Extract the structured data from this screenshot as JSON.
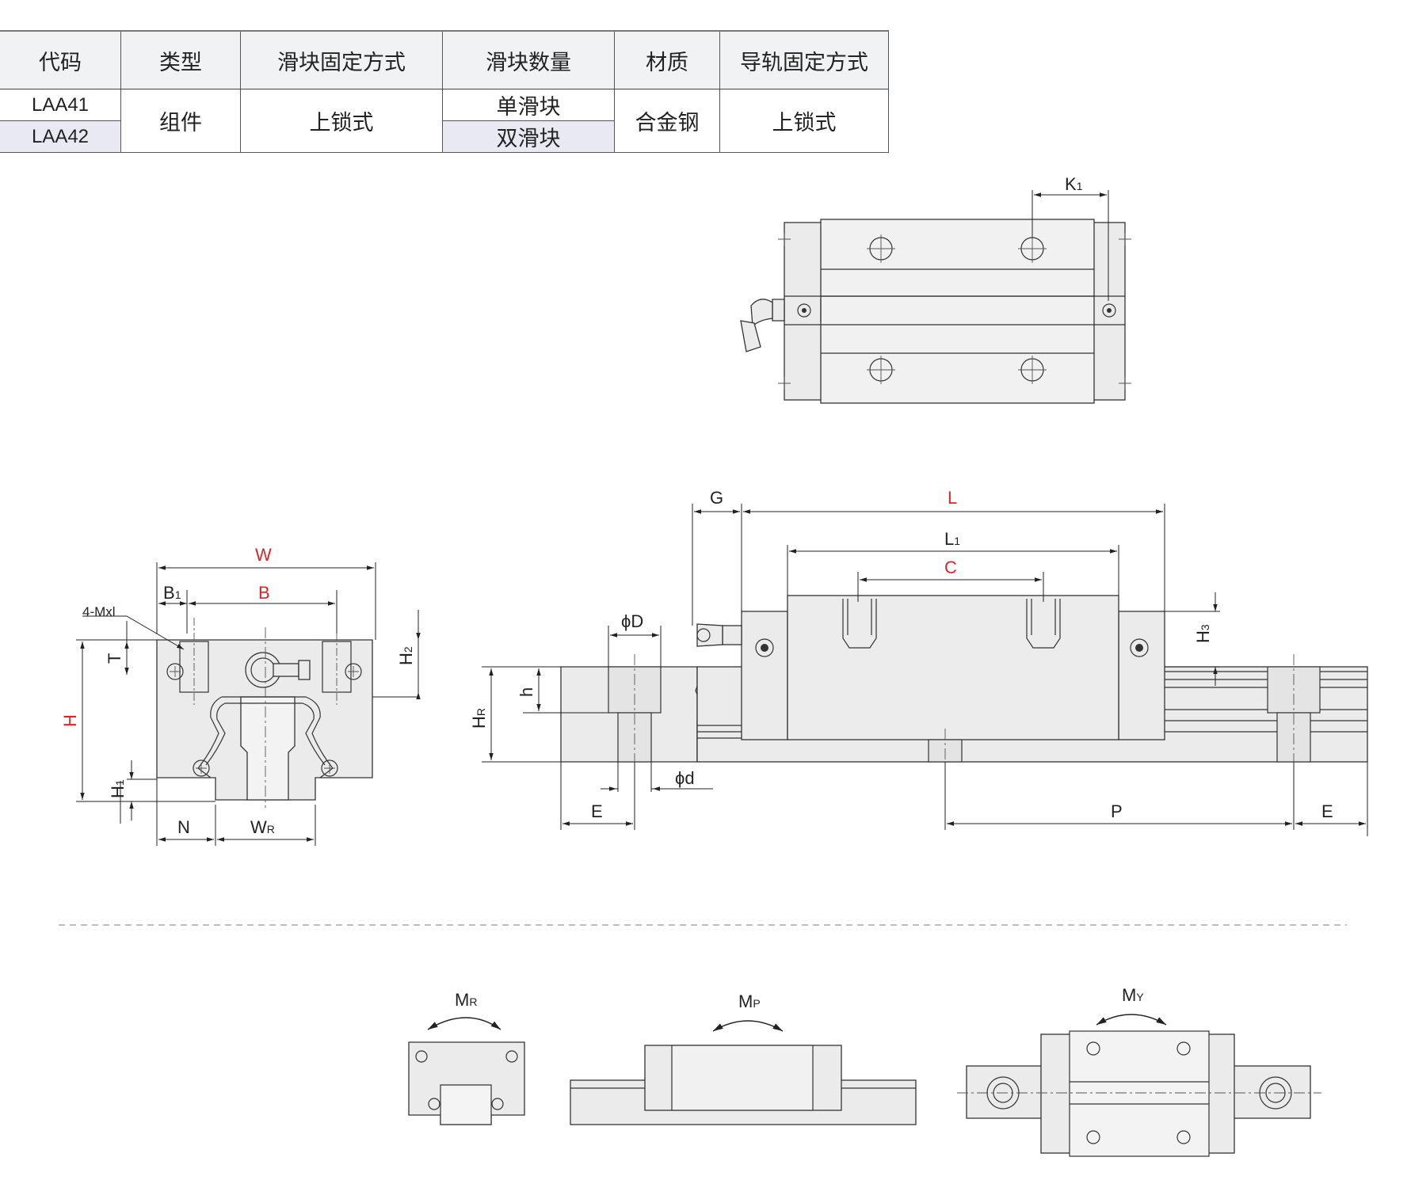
{
  "table": {
    "headers": [
      "代码",
      "类型",
      "滑块固定方式",
      "滑块数量",
      "材质",
      "导轨固定方式"
    ],
    "codes": [
      "LAA41",
      "LAA42"
    ],
    "type": "组件",
    "block_fixing": "上锁式",
    "block_counts": [
      "单滑块",
      "双滑块"
    ],
    "material": "合金钢",
    "rail_fixing": "上锁式"
  },
  "front_view": {
    "labels": {
      "W": "W",
      "B1": "B",
      "B1_sub": "1",
      "B": "B",
      "M": "4-Mxl",
      "T": "T",
      "H2": "H",
      "H2_sub": "2",
      "H": "H",
      "H1": "H",
      "H1_sub": "1",
      "N": "N",
      "WR": "W",
      "WR_sub": "R"
    }
  },
  "top_view": {
    "labels": {
      "K1": "K",
      "K1_sub": "1"
    }
  },
  "side_view": {
    "labels": {
      "G": "G",
      "L": "L",
      "L1": "L",
      "L1_sub": "1",
      "C": "C",
      "H3": "H",
      "H3_sub": "3",
      "D": "ϕD",
      "h": "h",
      "HR": "H",
      "HR_sub": "R",
      "d": "ϕd",
      "E_left": "E",
      "P": "P",
      "E_right": "E"
    }
  },
  "moments": {
    "MR": "M",
    "MR_sub": "R",
    "MP": "M",
    "MP_sub": "P",
    "MY": "M",
    "MY_sub": "Y"
  },
  "colors": {
    "accent_red": "#d6262a",
    "part_fill": "#ebebeb",
    "header_bg": "#f1f2f3",
    "alt_row": "#e9e9f3"
  }
}
